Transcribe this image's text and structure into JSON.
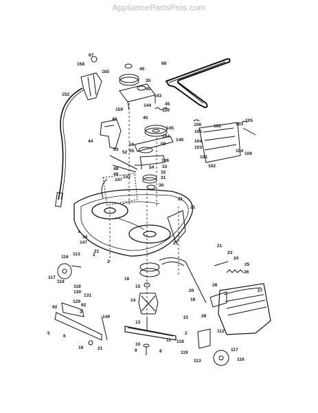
{
  "watermark": "AppliancePartsPros.com",
  "colors": {
    "line": "#111111",
    "watermark": "#b9b9b9",
    "background": "#ffffff"
  },
  "part_numbers": [
    "67",
    "158",
    "185",
    "152",
    "40",
    "35",
    "40",
    "143",
    "144",
    "45",
    "150",
    "159",
    "40",
    "68",
    "46",
    "44",
    "145",
    "184",
    "59",
    "148",
    "53",
    "52",
    "56",
    "55",
    "146",
    "48",
    "54",
    "33",
    "142",
    "31",
    "49",
    "32",
    "147",
    "30",
    "21",
    "21",
    "1",
    "34",
    "147",
    "21",
    "106",
    "105",
    "102",
    "103",
    "104",
    "105",
    "103",
    "104",
    "106",
    "101",
    "102",
    "2",
    "113",
    "116",
    "2",
    "21",
    "117",
    "119",
    "118",
    "16",
    "15",
    "130",
    "131",
    "129",
    "92",
    "92",
    "3",
    "5",
    "6",
    "19",
    "21",
    "149",
    "14",
    "13",
    "10",
    "11",
    "8",
    "9",
    "112",
    "118",
    "119",
    "113",
    "116",
    "117",
    "21",
    "23",
    "24",
    "25",
    "26",
    "28",
    "20",
    "18",
    "27",
    "21",
    "2",
    "29"
  ]
}
